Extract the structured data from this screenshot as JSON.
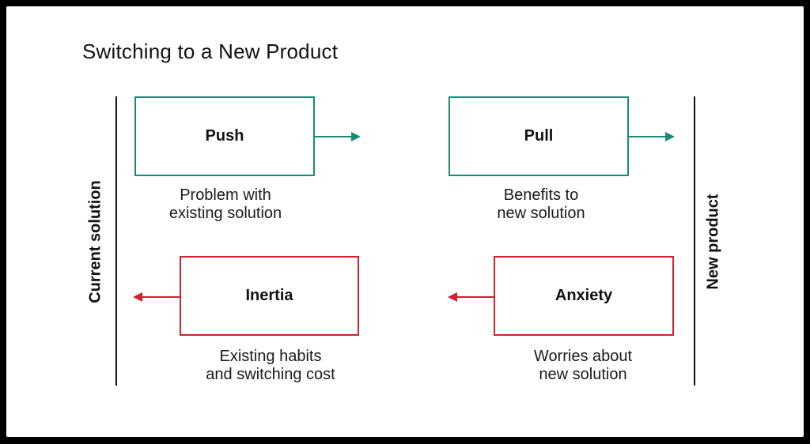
{
  "title": "Switching to a New Product",
  "side_labels": {
    "left": "Current solution",
    "right": "New product"
  },
  "forces": {
    "push": {
      "label": "Push",
      "caption_line1": "Problem with",
      "caption_line2": "existing solution"
    },
    "pull": {
      "label": "Pull",
      "caption_line1": "Benefits to",
      "caption_line2": "new solution"
    },
    "inertia": {
      "label": "Inertia",
      "caption_line1": "Existing habits",
      "caption_line2": "and switching cost"
    },
    "anxiety": {
      "label": "Anxiety",
      "caption_line1": "Worries about",
      "caption_line2": "new solution"
    }
  },
  "colors": {
    "forward_force": "#1a8a78",
    "opposing_force": "#d0212e",
    "background": "#ffffff",
    "outer_border": "#000000",
    "text": "#111111"
  }
}
